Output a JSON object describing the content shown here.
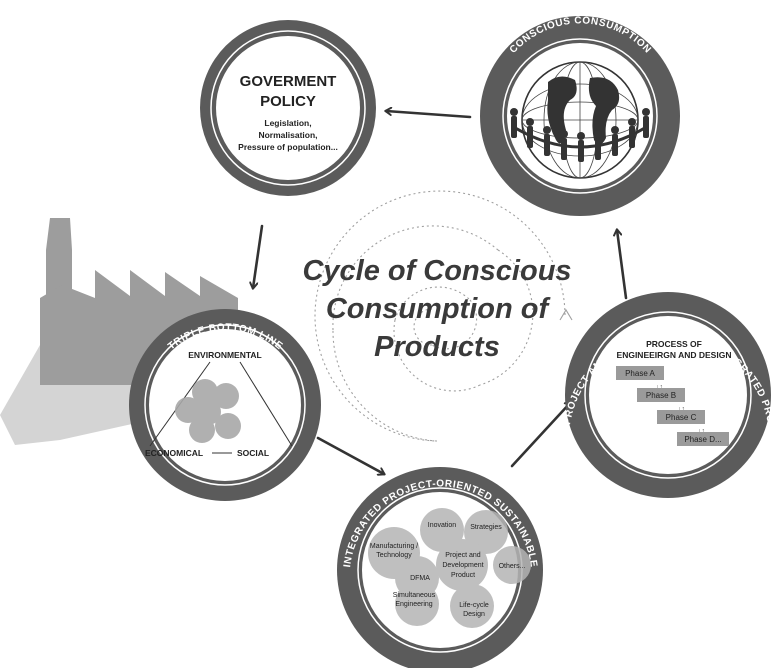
{
  "title_lines": [
    "Cycle of Conscious",
    "Consumption of",
    "Products"
  ],
  "conscious_consumption": {
    "ring_label": "CONSCIOUS CONSUMPTION",
    "image": "globe-with-people-holding-hands"
  },
  "government_policy": {
    "heading": [
      "GOVERMENT",
      "POLICY"
    ],
    "details": [
      "Legislation,",
      "Normalisation,",
      "Pressure of population..."
    ]
  },
  "triple_bottom_line": {
    "ring_label": "TRIPLE BOTTOM LINE",
    "environmental": "ENVIRONMENTAL",
    "economical": "ECONOMICAL",
    "social": "SOCIAL"
  },
  "integrated_project": {
    "ring_label": "INTEGRATED PROJECT-ORIENTED SUSTAINABLE",
    "bubbles": [
      {
        "lines": [
          "Inovation"
        ]
      },
      {
        "lines": [
          "Strategies"
        ]
      },
      {
        "lines": [
          "Manufacturing /",
          "Technology"
        ]
      },
      {
        "lines": [
          "Project and",
          "Development",
          "Product"
        ]
      },
      {
        "lines": [
          "Others..."
        ]
      },
      {
        "lines": [
          "DFMA"
        ]
      },
      {
        "lines": [
          "Simultaneous",
          "Engineering"
        ]
      },
      {
        "lines": [
          "Life-cycle",
          "Design"
        ]
      }
    ]
  },
  "project_development": {
    "ring_label": "PROJECT AND DEVELOPMENT OF INTEGRATED PRODUCT",
    "heading": [
      "PROCESS OF",
      "ENGINEEIRGN AND DESIGN"
    ],
    "phases": [
      "Phase A",
      "Phase B",
      "Phase C",
      "Phase D..."
    ]
  },
  "colors": {
    "ring": "#5b5b5b",
    "ring_inner_line": "#ffffff",
    "factory": "#9d9d9d",
    "smoke": "#d2d2d2",
    "bubble": "#a8a8a8",
    "title": "#3a3a3a"
  }
}
